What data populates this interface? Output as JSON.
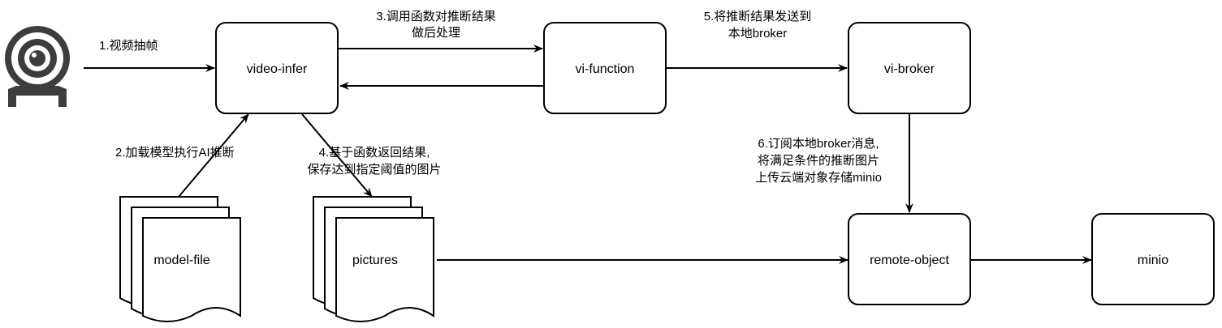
{
  "nodes": {
    "video_infer": "video-infer",
    "vi_function": "vi-function",
    "vi_broker": "vi-broker",
    "remote_object": "remote-object",
    "minio": "minio",
    "model_file": "model-file",
    "pictures": "pictures"
  },
  "edges": {
    "step1": "1.视频抽帧",
    "step2": "2.加载模型执行AI推断",
    "step3": [
      "3.调用函数对推断结果",
      "做后处理"
    ],
    "step4": [
      "4.基于函数返回结果,",
      "保存达到指定阈值的图片"
    ],
    "step5": [
      "5.将推断结果发送到",
      "本地broker"
    ],
    "step6": [
      "6.订阅本地broker消息,",
      "将满足条件的推断图片",
      "上传云端对象存储minio"
    ]
  },
  "icons": {
    "camera": "webcam-icon"
  },
  "colors": {
    "stroke": "#000000",
    "fill": "#ffffff",
    "camera": "#3d3d3d"
  }
}
